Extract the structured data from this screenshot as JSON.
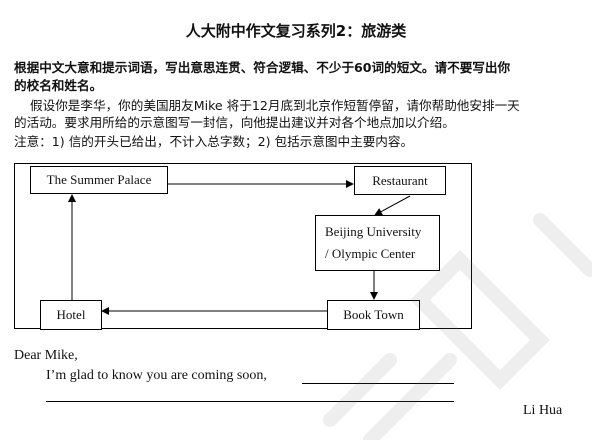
{
  "title": "人大附中作文复习系列2：旅游类",
  "instructions": {
    "bold_line1": "根据中文大意和提示词语，写出意思连贯、符合逻辑、不少于60词的短文。请不要写出你",
    "bold_line2": "的校名和姓名。",
    "para_line1": "假设你是李华，你的美国朋友Mike 将于12月底到北京作短暂停留，请你帮助他安排一天",
    "para_line2": "的活动。要求用所给的示意图写一封信，向他提出建议并对各个地点加以介绍。",
    "note": "注意：1) 信的开头已给出，不计入总字数；2) 包括示意图中主要内容。"
  },
  "diagram": {
    "nodes": {
      "summer_palace": "The Summer Palace",
      "restaurant": "Restaurant",
      "beijing_university_line1": "Beijing University",
      "beijing_university_line2": "/ Olympic Center",
      "shopping_town": "Book Town",
      "hotel": "Hotel"
    }
  },
  "letter": {
    "greeting": "Dear Mike,",
    "opening": "I’m glad to know you are coming soon,",
    "signature": "Li Hua"
  }
}
